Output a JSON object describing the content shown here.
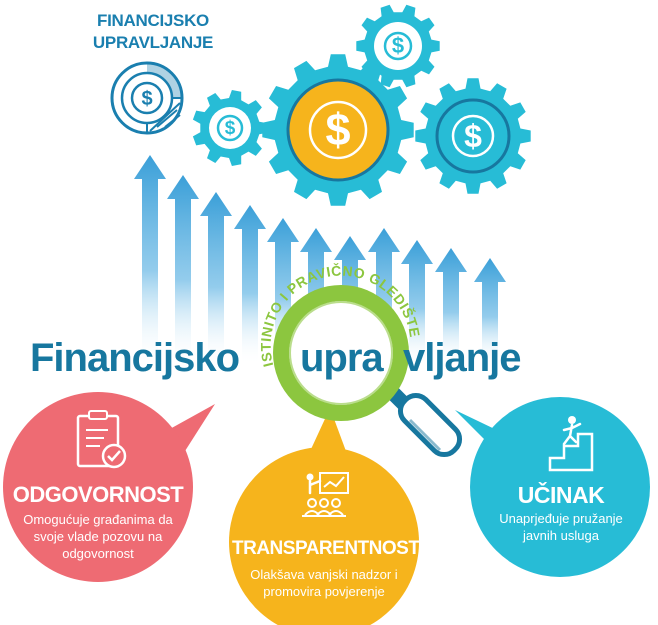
{
  "corner": {
    "line1": "FINANCIJSKO",
    "line2": "UPRAVLJANJE"
  },
  "headline": {
    "left": "Financijsko",
    "middle": "upra",
    "right": "vljanje"
  },
  "lens_ring_text": "ISTINITO I PRAVIČNO GLEDIŠTE",
  "bubbles": {
    "accountability": {
      "title": "ODGOVORNOST",
      "line1": "Omogućuje građanima da",
      "line2": "svoje vlade pozovu na",
      "line3": "odgovornost",
      "color": "#ee6b73",
      "icon": "checklist-clipboard-icon"
    },
    "transparency": {
      "title": "TRANSPARENTNOST",
      "line1": "Olakšava vanjski nadzor i",
      "line2": "promovira povjerenje",
      "color": "#f6b41c",
      "icon": "presentation-audience-icon"
    },
    "performance": {
      "title": "UČINAK",
      "line1": "Unaprjeđuje pružanje",
      "line2": "javnih usluga",
      "color": "#27bcd6",
      "icon": "stairs-climber-icon"
    }
  },
  "palette": {
    "navy": "#17779f",
    "cyan": "#27bcd6",
    "orange": "#f6b41c",
    "green": "#8cc63f",
    "coral": "#ee6b73",
    "arrow": "#3a9fd8"
  },
  "gear_icons": [
    "dollar-gear-icon",
    "dollar-gear-icon",
    "dollar-gear-icon",
    "dollar-gear-icon"
  ]
}
